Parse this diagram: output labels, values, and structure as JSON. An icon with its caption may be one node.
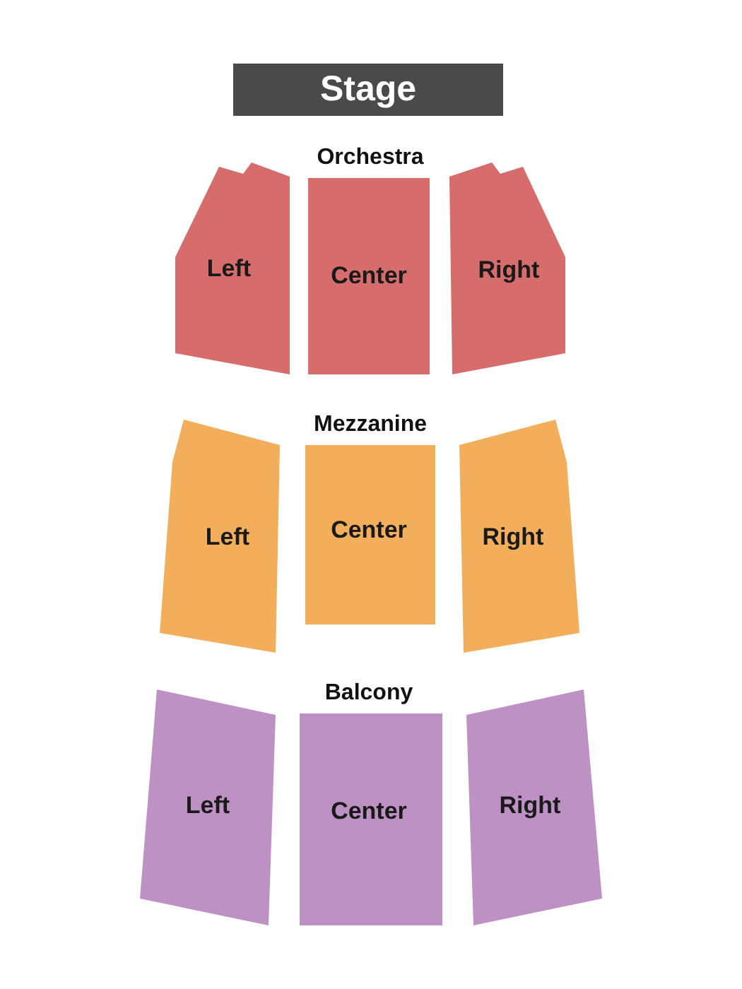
{
  "diagram": {
    "nodes": [
      {
        "text": [
          "Stage"
        ]
      },
      {
        "text": [
          "Left"
        ]
      },
      {
        "text": [
          "Center"
        ]
      },
      {
        "text": [
          "Right"
        ]
      },
      {
        "text": [
          "Left"
        ]
      },
      {
        "text": [
          "Center"
        ]
      },
      {
        "text": [
          "Right"
        ]
      },
      {
        "text": [
          "Left"
        ]
      },
      {
        "text": [
          "Center"
        ]
      },
      {
        "text": [
          "Right"
        ]
      }
    ],
    "labels": [
      "Orchestra",
      "Mezzanine",
      "Balcony"
    ]
  }
}
